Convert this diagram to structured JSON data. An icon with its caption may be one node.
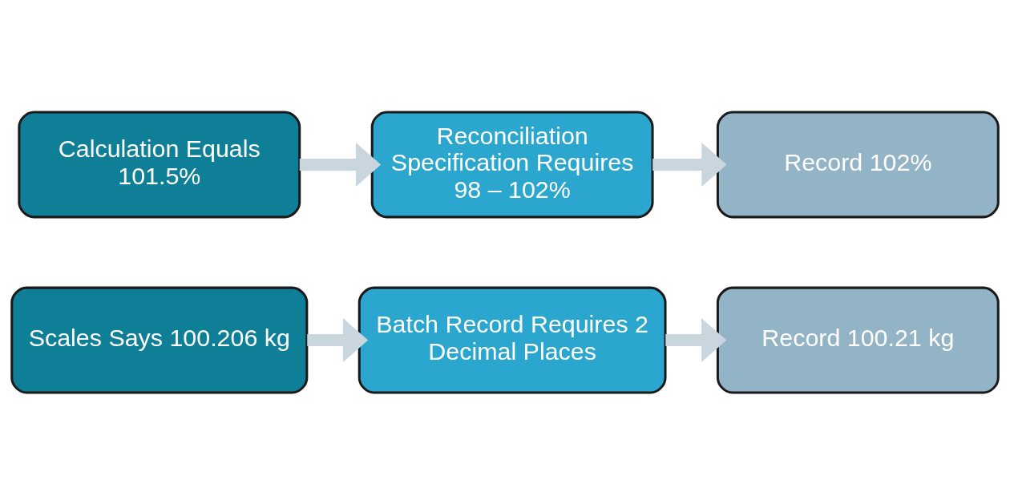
{
  "diagram": {
    "nodes": [
      {
        "text": [
          "Scales Says 100.206 kg"
        ]
      },
      {
        "text": [
          "Batch Record Requires 2 Decimal Places"
        ]
      },
      {
        "text": [
          "Record 100.21 kg"
        ]
      },
      {
        "text": [
          "Calculation Equals",
          "101.5%"
        ]
      },
      {
        "text": [
          "Reconciliation Specification Requires 98 – 102%"
        ]
      },
      {
        "text": [
          "Record 102%"
        ]
      }
    ],
    "edges": [
      {
        "from": 0,
        "to": 1,
        "arrow": "to"
      },
      {
        "from": 1,
        "to": 2,
        "arrow": "to"
      },
      {
        "from": 3,
        "to": 4,
        "arrow": "to"
      },
      {
        "from": 4,
        "to": 5,
        "arrow": "to"
      }
    ]
  }
}
